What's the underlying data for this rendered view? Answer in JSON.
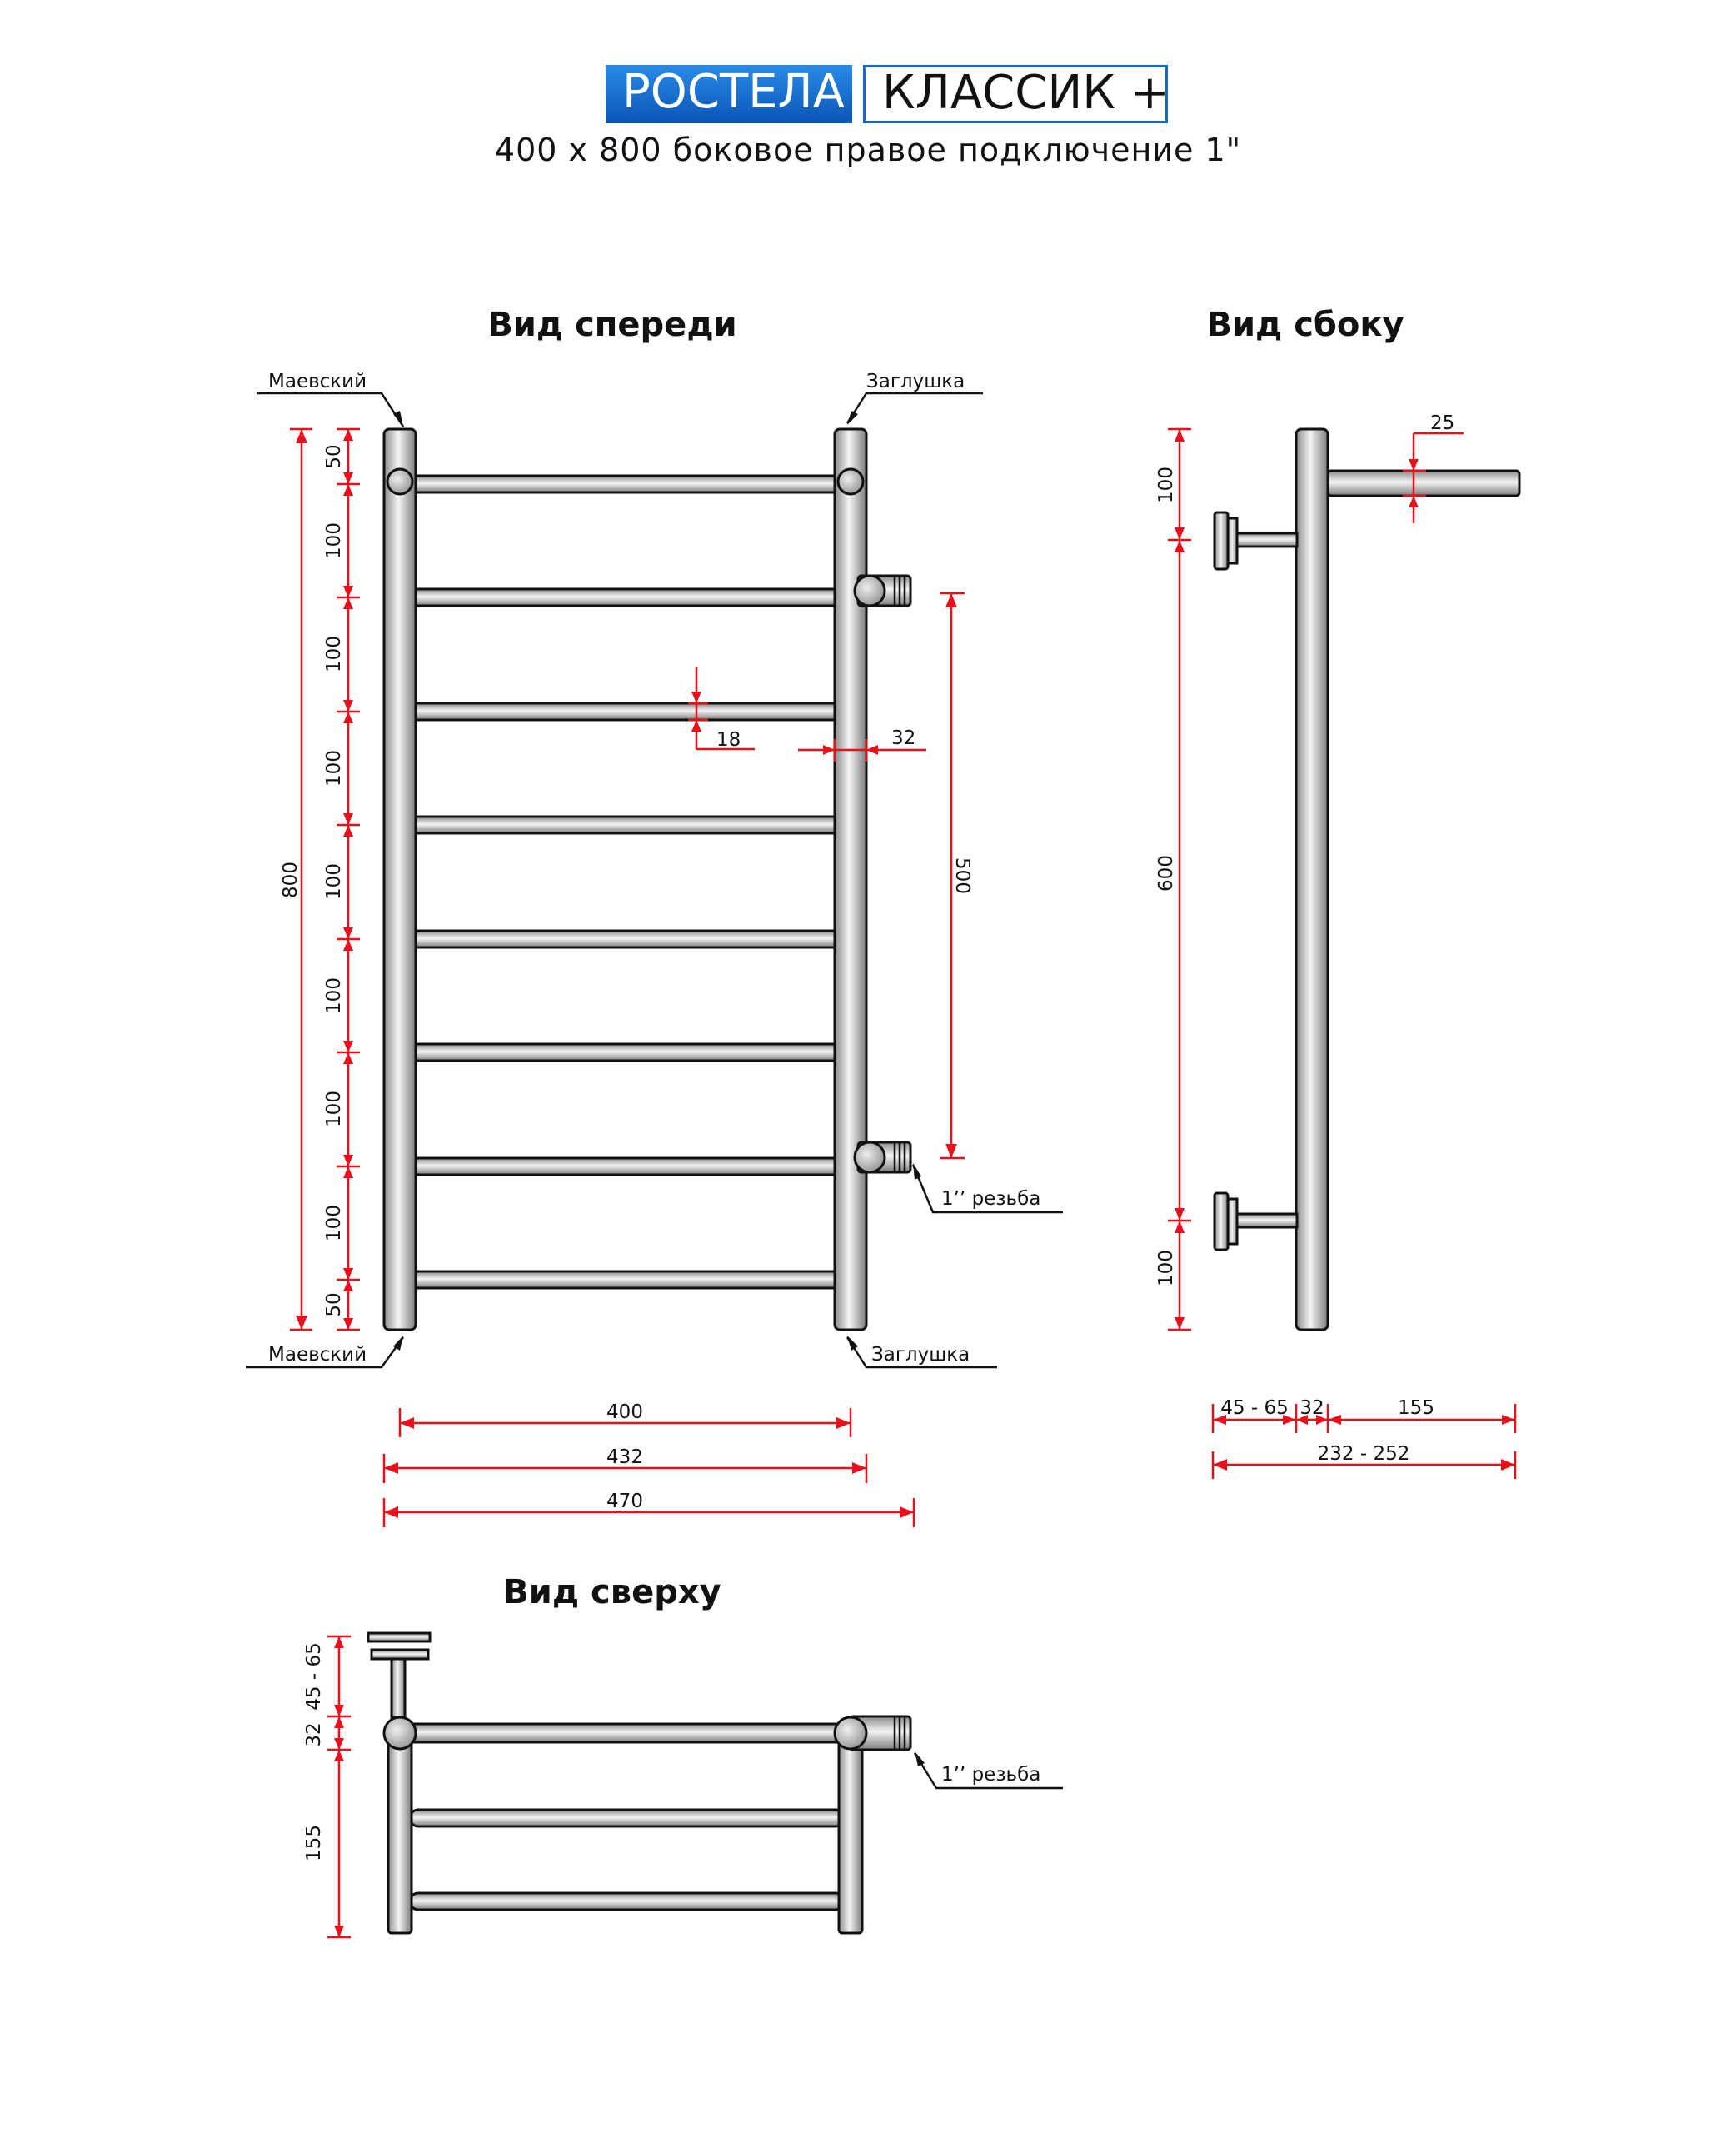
{
  "header": {
    "brand": "РОСТЕЛА",
    "model": "КЛАССИК +",
    "subtitle": "400 x 800 боковое правое подключение 1\""
  },
  "colors": {
    "brand_blue": "#1468c8",
    "dimension_red": "#e8101a",
    "pipe_gray": "#c8c8c8"
  },
  "front_view": {
    "title": "Вид спереди",
    "labels": {
      "maevsky_top": "Маевский",
      "plug_top": "Заглушка",
      "maevsky_bottom": "Маевский",
      "plug_bottom": "Заглушка",
      "thread": "1’’ резьба"
    },
    "dims": {
      "total_height": "800",
      "segments": [
        "50",
        "100",
        "100",
        "100",
        "100",
        "100",
        "100",
        "100",
        "50"
      ],
      "connection_spacing": "500",
      "rung_diameter": "18",
      "pipe_diameter": "32",
      "width_axis": "400",
      "width_outer": "432",
      "width_total": "470"
    }
  },
  "side_view": {
    "title": "Вид сбоку",
    "dims": {
      "rung_diameter": "25",
      "top_offset": "100",
      "middle": "600",
      "bottom_offset": "100",
      "wall_gap": "45 - 65",
      "pipe": "32",
      "depth": "155",
      "total_depth": "232 - 252"
    }
  },
  "top_view": {
    "title": "Вид сверху",
    "thread": "1’’ резьба",
    "dims": {
      "wall_gap": "45 - 65",
      "pipe": "32",
      "depth": "155"
    }
  }
}
